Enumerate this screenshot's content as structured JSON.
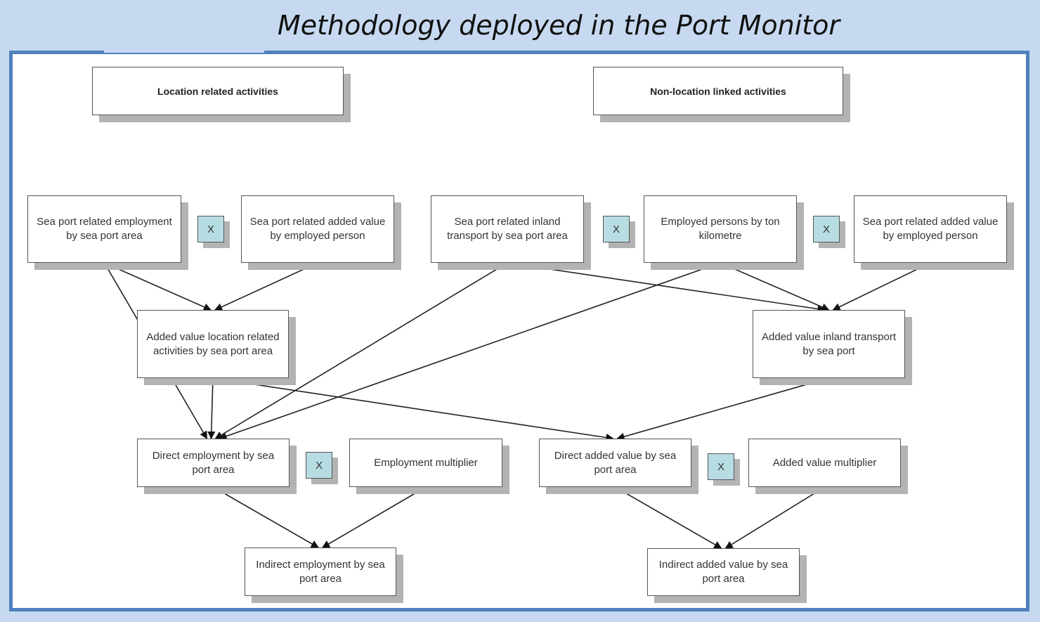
{
  "title": "Methodology deployed in the Port Monitor",
  "headers": {
    "location": "Location related activities",
    "non_location": "Non-location linked activities"
  },
  "nodes": {
    "employment_by_area": "Sea port related employment by sea port area",
    "added_value_per_person_left": "Sea port related added value by employed person",
    "inland_transport_by_area": "Sea port related inland transport by sea port area",
    "employed_per_ton_km": "Employed persons by ton kilometre",
    "added_value_per_person_right": "Sea port related added value by employed person",
    "added_value_location": "Added value location related activities by sea port area",
    "added_value_inland": "Added value inland transport by sea port",
    "direct_employment": "Direct employment by sea port area",
    "employment_multiplier": "Employment multiplier",
    "direct_added_value": "Direct added value by sea port area",
    "added_value_multiplier": "Added value multiplier",
    "indirect_employment": "Indirect employment by sea port area",
    "indirect_added_value": "Indirect added value by sea port area"
  },
  "operators": {
    "multiply": "X"
  },
  "edges": [
    [
      "employment_by_area",
      "added_value_location"
    ],
    [
      "added_value_per_person_left",
      "added_value_location"
    ],
    [
      "inland_transport_by_area",
      "added_value_inland"
    ],
    [
      "employed_per_ton_km",
      "added_value_inland"
    ],
    [
      "added_value_per_person_right",
      "added_value_inland"
    ],
    [
      "employment_by_area",
      "direct_employment"
    ],
    [
      "added_value_location",
      "direct_employment"
    ],
    [
      "inland_transport_by_area",
      "direct_employment"
    ],
    [
      "employed_per_ton_km",
      "direct_employment"
    ],
    [
      "added_value_location",
      "direct_added_value"
    ],
    [
      "added_value_inland",
      "direct_added_value"
    ],
    [
      "direct_employment",
      "indirect_employment"
    ],
    [
      "employment_multiplier",
      "indirect_employment"
    ],
    [
      "direct_added_value",
      "indirect_added_value"
    ],
    [
      "added_value_multiplier",
      "indirect_added_value"
    ]
  ],
  "colors": {
    "background": "#c6d9f0",
    "frame": "#4f81bd",
    "operator_fill": "#b7dde3",
    "shadow": "#b3b3b3"
  }
}
